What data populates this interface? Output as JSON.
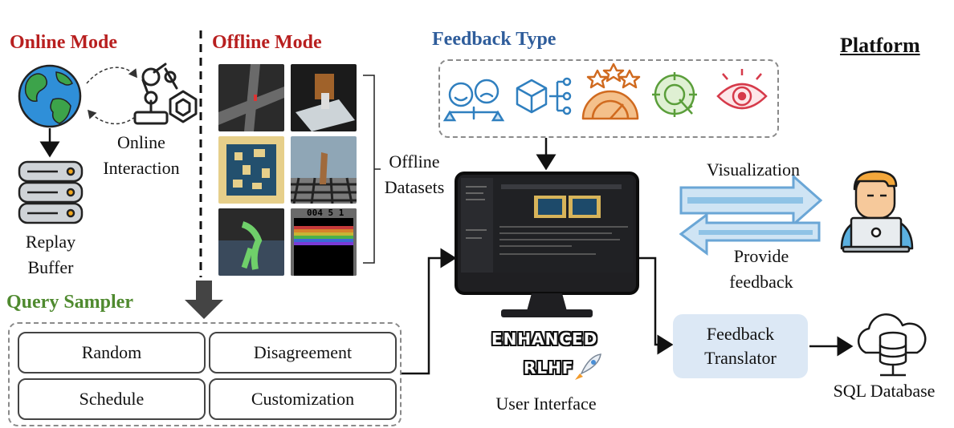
{
  "online_mode": {
    "title": "Online Mode",
    "interaction_label": "Online\nInteraction",
    "replay_buffer_label": "Replay\nBuffer"
  },
  "offline_mode": {
    "title": "Offline Mode",
    "datasets_label": "Offline\nDatasets",
    "thumbnail_score": "004 5 1"
  },
  "feedback_type": {
    "title": "Feedback Type",
    "icons": [
      "comparative-feedback-icon",
      "attribute-feedback-icon",
      "rating-feedback-icon",
      "keypoint-feedback-icon",
      "visual-feedback-icon"
    ]
  },
  "platform": {
    "title": "Platform",
    "visualization_label": "Visualization",
    "provide_feedback_label": "Provide\nfeedback",
    "translator_label": "Feedback\nTranslator",
    "database_label": "SQL Database"
  },
  "query_sampler": {
    "title": "Query Sampler",
    "options": [
      "Random",
      "Disagreement",
      "Schedule",
      "Customization"
    ]
  },
  "user_interface": {
    "logo_line1": "ENHANCED",
    "logo_line2": "RLHF",
    "label": "User Interface"
  },
  "colors": {
    "online_title": "#b81f1f",
    "feedback_title": "#2f5d9b",
    "sampler_title": "#4f8a2f",
    "translator_bg": "#dce8f5",
    "arrow_blue": "#8fc3e6"
  }
}
